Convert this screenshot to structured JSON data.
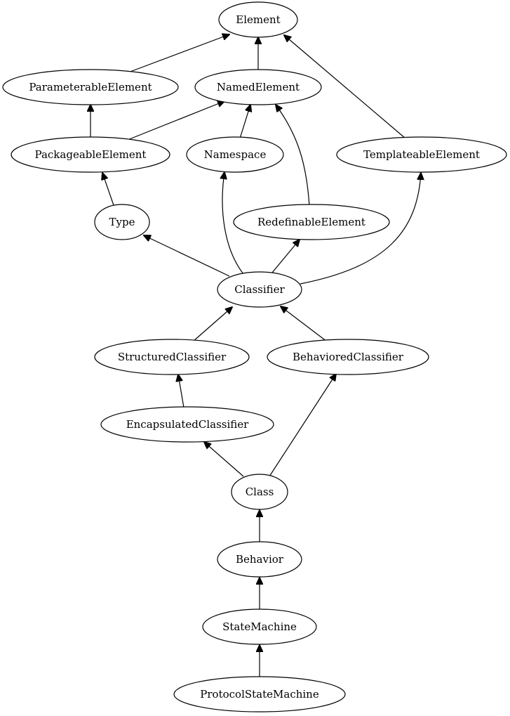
{
  "nodes": {
    "element": "Element",
    "parameterable_element": "ParameterableElement",
    "named_element": "NamedElement",
    "packageable_element": "PackageableElement",
    "namespace": "Namespace",
    "templateable_element": "TemplateableElement",
    "type": "Type",
    "redefinable_element": "RedefinableElement",
    "classifier": "Classifier",
    "structured_classifier": "StructuredClassifier",
    "behaviored_classifier": "BehavioredClassifier",
    "encapsulated_classifier": "EncapsulatedClassifier",
    "class": "Class",
    "behavior": "Behavior",
    "state_machine": "StateMachine",
    "protocol_state_machine": "ProtocolStateMachine"
  },
  "edges": [
    {
      "from": "parameterable_element",
      "to": "element"
    },
    {
      "from": "named_element",
      "to": "element"
    },
    {
      "from": "templateable_element",
      "to": "element"
    },
    {
      "from": "packageable_element",
      "to": "parameterable_element"
    },
    {
      "from": "packageable_element",
      "to": "named_element"
    },
    {
      "from": "namespace",
      "to": "named_element"
    },
    {
      "from": "redefinable_element",
      "to": "named_element"
    },
    {
      "from": "type",
      "to": "packageable_element"
    },
    {
      "from": "classifier",
      "to": "type"
    },
    {
      "from": "classifier",
      "to": "namespace"
    },
    {
      "from": "classifier",
      "to": "redefinable_element"
    },
    {
      "from": "classifier",
      "to": "templateable_element"
    },
    {
      "from": "structured_classifier",
      "to": "classifier"
    },
    {
      "from": "behaviored_classifier",
      "to": "classifier"
    },
    {
      "from": "encapsulated_classifier",
      "to": "structured_classifier"
    },
    {
      "from": "class",
      "to": "encapsulated_classifier"
    },
    {
      "from": "class",
      "to": "behaviored_classifier"
    },
    {
      "from": "behavior",
      "to": "class"
    },
    {
      "from": "state_machine",
      "to": "behavior"
    },
    {
      "from": "protocol_state_machine",
      "to": "state_machine"
    }
  ]
}
